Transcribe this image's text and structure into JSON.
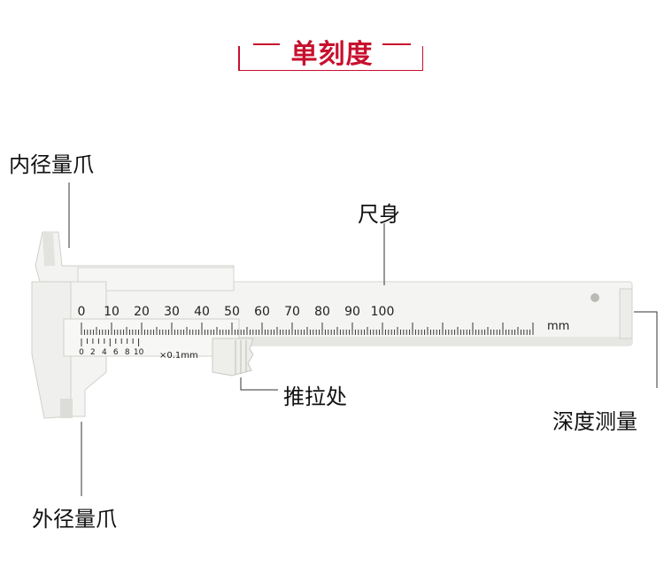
{
  "title": "单刻度",
  "labels": {
    "inner_jaw": "内径量爪",
    "ruler_body": "尺身",
    "slider": "推拉处",
    "depth": "深度测量",
    "outer_jaw": "外径量爪"
  },
  "scale": {
    "main_ticks": [
      "0",
      "10",
      "20",
      "30",
      "40",
      "50",
      "60",
      "70",
      "80",
      "90",
      "100"
    ],
    "unit": "mm",
    "vernier_ticks": [
      "0",
      "2",
      "4",
      "6",
      "8",
      "10"
    ],
    "vernier_note": "×0.1mm"
  },
  "colors": {
    "accent": "#c8102e",
    "caliper": "#f4f4f2",
    "scale_text": "#222222"
  }
}
